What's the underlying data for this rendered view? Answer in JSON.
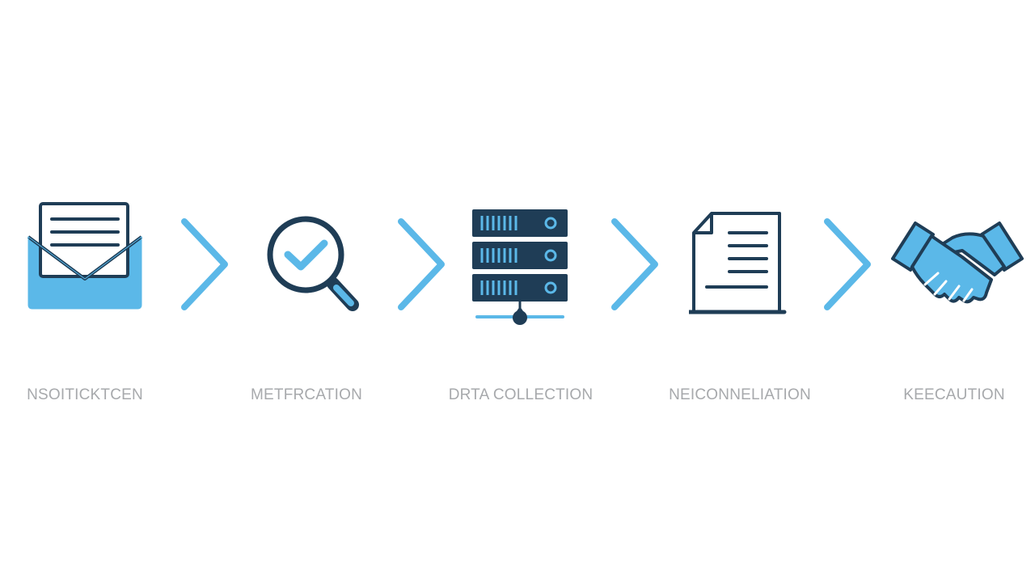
{
  "steps": [
    {
      "label": "NSOITICKTCEN",
      "icon": "envelope-document-icon"
    },
    {
      "label": "METFRCATION",
      "icon": "magnifier-check-icon"
    },
    {
      "label": "DRTA COLLECTION",
      "icon": "server-stack-icon"
    },
    {
      "label": "NEICONNELIATION",
      "icon": "document-icon"
    },
    {
      "label": "KEECAUTION",
      "icon": "handshake-icon"
    }
  ],
  "arrow_icon": "chevron-right-icon",
  "colors": {
    "dark_navy": "#1f3d56",
    "light_blue": "#5bb8e8",
    "label_gray": "#a7a9ac",
    "background": "#ffffff"
  }
}
